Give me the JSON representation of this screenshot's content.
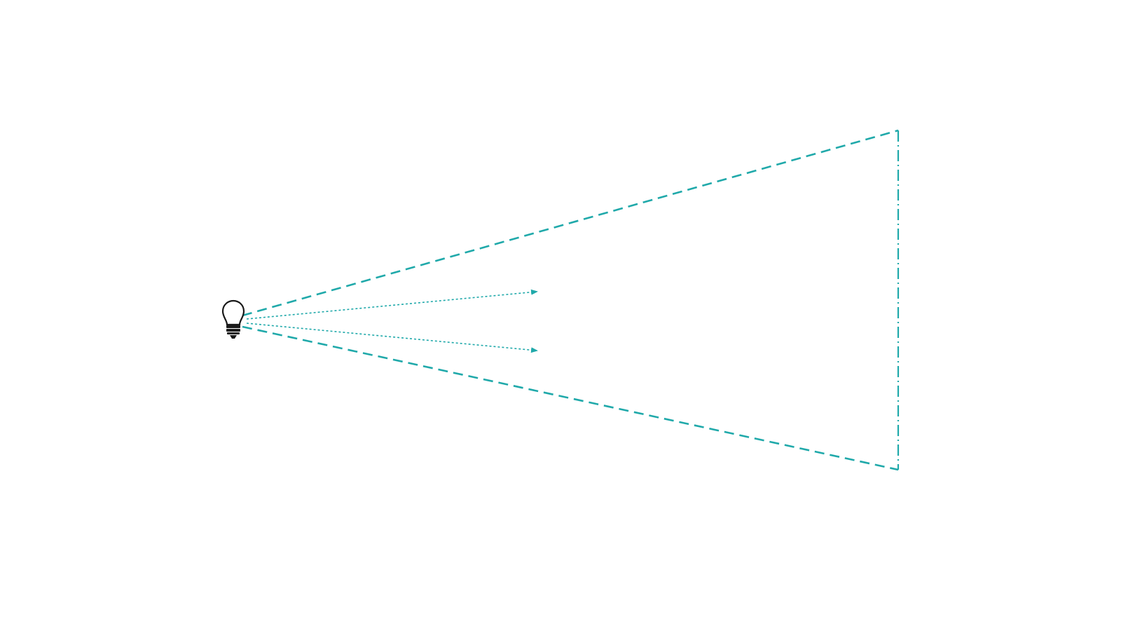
{
  "diagram": {
    "accent_color": "#20a9aa",
    "icon_color": "#1a1a1a",
    "background": "#ffffff",
    "icon": "lightbulb-icon",
    "elements": [
      {
        "id": "cone-upper-edge",
        "style": "dashed"
      },
      {
        "id": "cone-lower-edge",
        "style": "dashed"
      },
      {
        "id": "cone-far-edge",
        "style": "dash-dot"
      },
      {
        "id": "ray-upper-arrow",
        "style": "dotted",
        "arrow": true
      },
      {
        "id": "ray-lower-arrow",
        "style": "dotted",
        "arrow": true
      }
    ]
  }
}
